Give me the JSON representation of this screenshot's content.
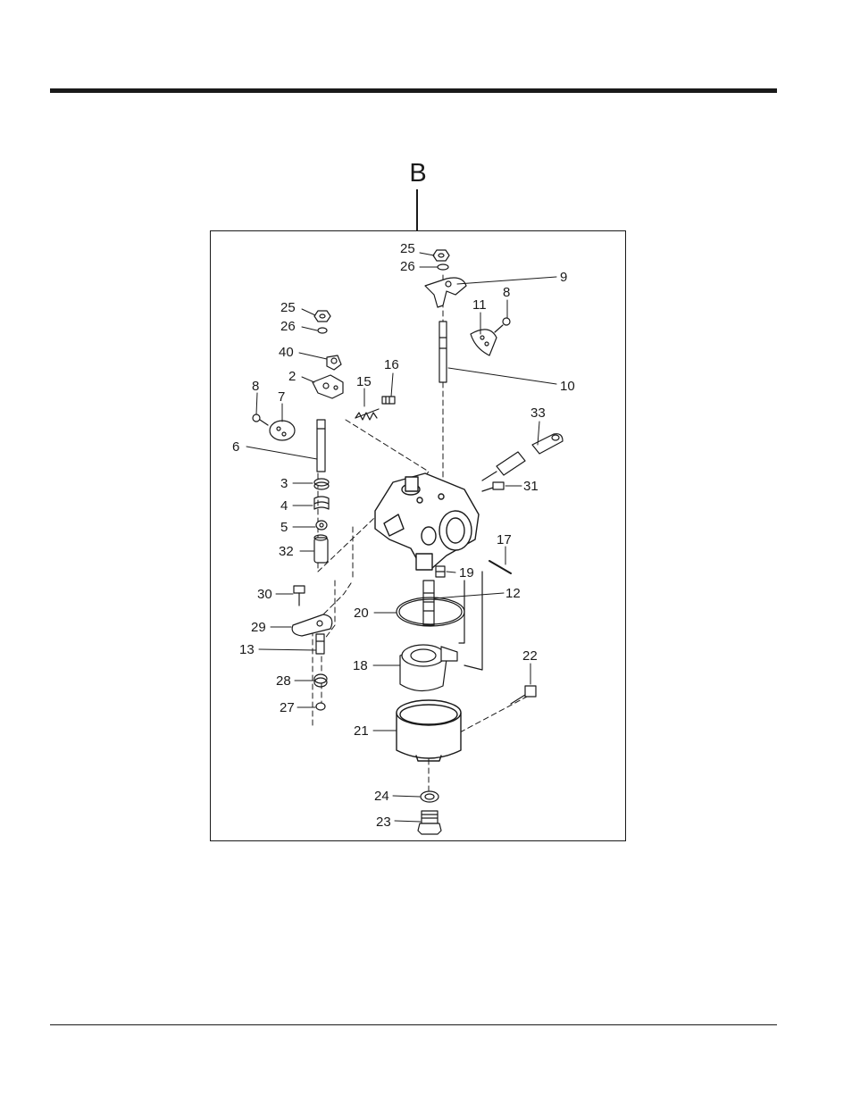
{
  "section_letter": "B",
  "part_labels": [
    "25",
    "26",
    "9",
    "25",
    "26",
    "11",
    "8",
    "40",
    "2",
    "16",
    "15",
    "10",
    "8",
    "7",
    "6",
    "33",
    "3",
    "31",
    "4",
    "5",
    "17",
    "32",
    "19",
    "30",
    "12",
    "20",
    "29",
    "13",
    "18",
    "22",
    "28",
    "27",
    "21",
    "24",
    "23"
  ]
}
